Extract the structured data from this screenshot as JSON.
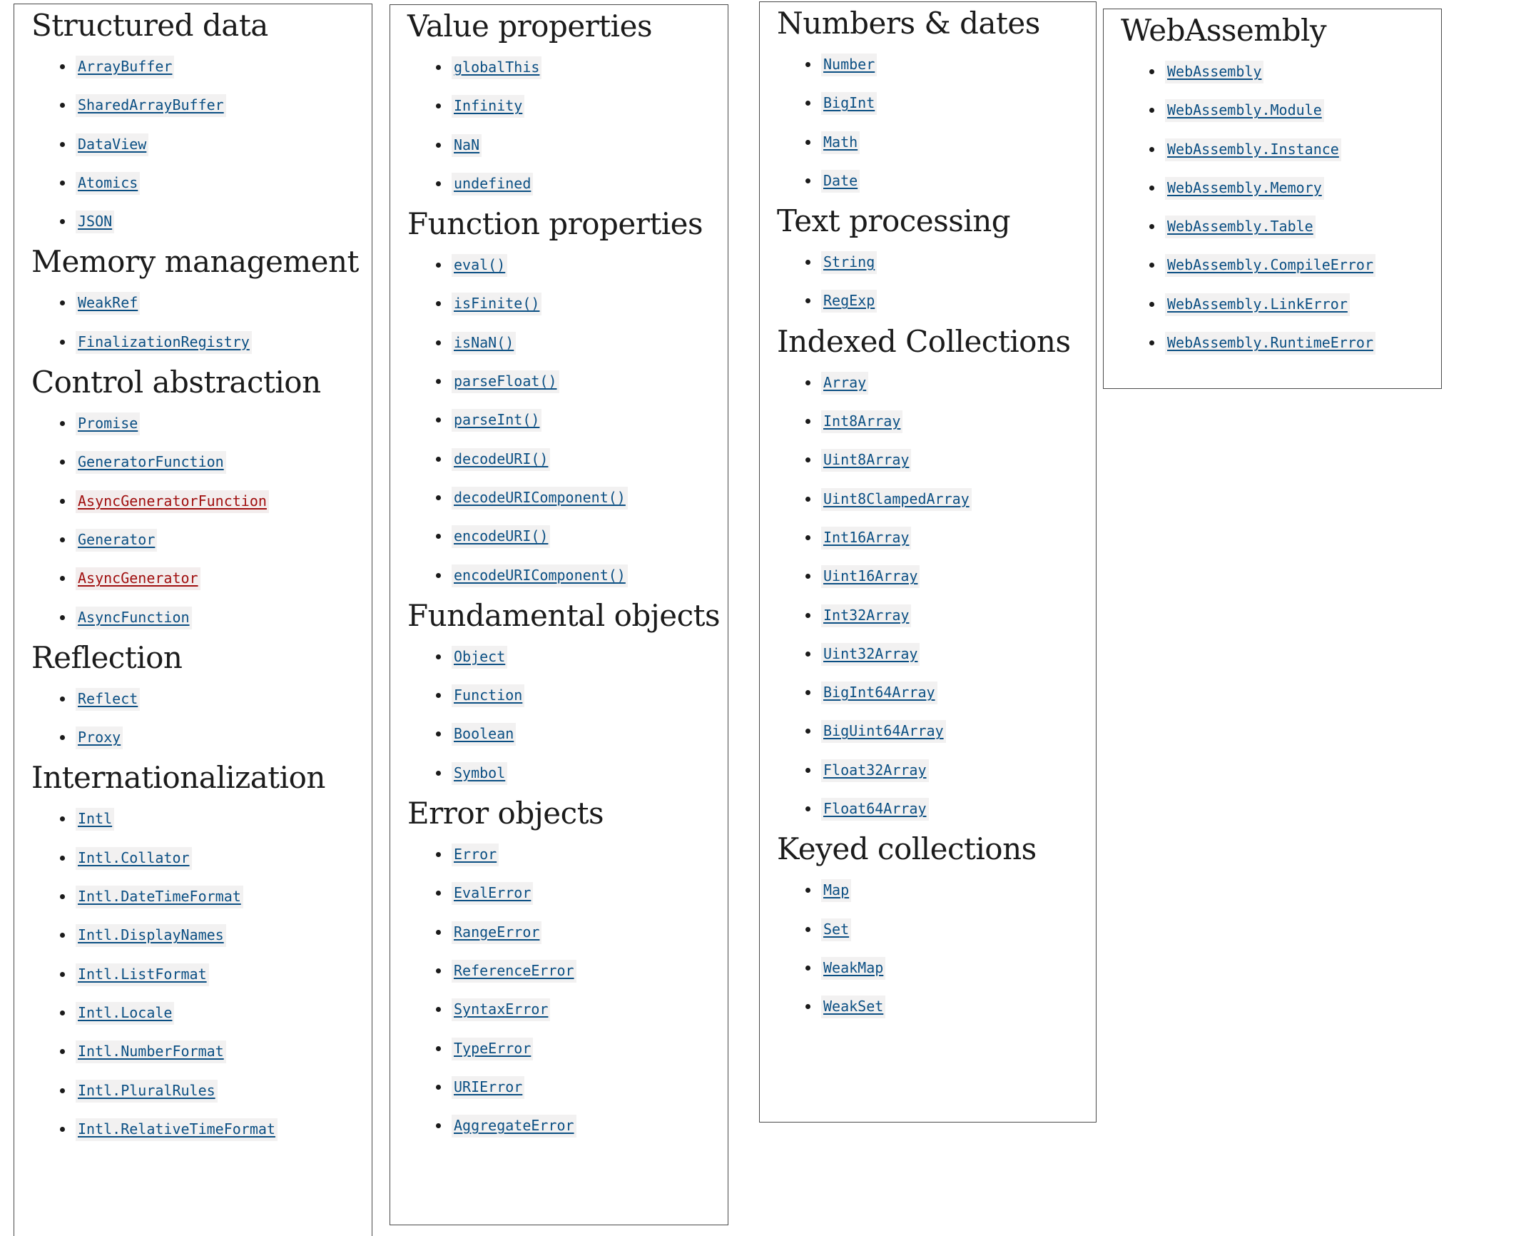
{
  "columns": [
    {
      "sections": [
        {
          "heading": "Structured data",
          "links": [
            {
              "label": "ArrayBuffer"
            },
            {
              "label": "SharedArrayBuffer"
            },
            {
              "label": "DataView"
            },
            {
              "label": "Atomics"
            },
            {
              "label": "JSON"
            }
          ]
        },
        {
          "heading": "Memory management",
          "links": [
            {
              "label": "WeakRef"
            },
            {
              "label": "FinalizationRegistry"
            }
          ]
        },
        {
          "heading": "Control abstraction",
          "links": [
            {
              "label": "Promise"
            },
            {
              "label": "GeneratorFunction"
            },
            {
              "label": "AsyncGeneratorFunction",
              "missing": true
            },
            {
              "label": "Generator"
            },
            {
              "label": "AsyncGenerator",
              "missing": true
            },
            {
              "label": "AsyncFunction"
            }
          ]
        },
        {
          "heading": "Reflection",
          "links": [
            {
              "label": "Reflect"
            },
            {
              "label": "Proxy"
            }
          ]
        },
        {
          "heading": "Internationalization",
          "links": [
            {
              "label": "Intl"
            },
            {
              "label": "Intl.Collator"
            },
            {
              "label": "Intl.DateTimeFormat"
            },
            {
              "label": "Intl.DisplayNames"
            },
            {
              "label": "Intl.ListFormat"
            },
            {
              "label": "Intl.Locale"
            },
            {
              "label": "Intl.NumberFormat"
            },
            {
              "label": "Intl.PluralRules"
            },
            {
              "label": "Intl.RelativeTimeFormat"
            }
          ]
        }
      ]
    },
    {
      "sections": [
        {
          "heading": "Value properties",
          "links": [
            {
              "label": "globalThis"
            },
            {
              "label": "Infinity"
            },
            {
              "label": "NaN"
            },
            {
              "label": "undefined"
            }
          ]
        },
        {
          "heading": "Function properties",
          "links": [
            {
              "label": "eval()"
            },
            {
              "label": "isFinite()"
            },
            {
              "label": "isNaN()"
            },
            {
              "label": "parseFloat()"
            },
            {
              "label": "parseInt()"
            },
            {
              "label": "decodeURI()"
            },
            {
              "label": "decodeURIComponent()"
            },
            {
              "label": "encodeURI()"
            },
            {
              "label": "encodeURIComponent()"
            }
          ]
        },
        {
          "heading": "Fundamental objects",
          "links": [
            {
              "label": "Object"
            },
            {
              "label": "Function"
            },
            {
              "label": "Boolean"
            },
            {
              "label": "Symbol"
            }
          ]
        },
        {
          "heading": "Error objects",
          "links": [
            {
              "label": "Error"
            },
            {
              "label": "EvalError"
            },
            {
              "label": "RangeError"
            },
            {
              "label": "ReferenceError"
            },
            {
              "label": "SyntaxError"
            },
            {
              "label": "TypeError"
            },
            {
              "label": "URIError"
            },
            {
              "label": "AggregateError"
            }
          ]
        }
      ]
    },
    {
      "sections": [
        {
          "heading": "Numbers & dates",
          "links": [
            {
              "label": "Number"
            },
            {
              "label": "BigInt"
            },
            {
              "label": "Math"
            },
            {
              "label": "Date"
            }
          ]
        },
        {
          "heading": "Text processing",
          "links": [
            {
              "label": "String"
            },
            {
              "label": "RegExp"
            }
          ]
        },
        {
          "heading": "Indexed Collections",
          "links": [
            {
              "label": "Array"
            },
            {
              "label": "Int8Array"
            },
            {
              "label": "Uint8Array"
            },
            {
              "label": "Uint8ClampedArray"
            },
            {
              "label": "Int16Array"
            },
            {
              "label": "Uint16Array"
            },
            {
              "label": "Int32Array"
            },
            {
              "label": "Uint32Array"
            },
            {
              "label": "BigInt64Array"
            },
            {
              "label": "BigUint64Array"
            },
            {
              "label": "Float32Array"
            },
            {
              "label": "Float64Array"
            }
          ]
        },
        {
          "heading": "Keyed collections",
          "links": [
            {
              "label": "Map"
            },
            {
              "label": "Set"
            },
            {
              "label": "WeakMap"
            },
            {
              "label": "WeakSet"
            }
          ]
        }
      ]
    },
    {
      "sections": [
        {
          "heading": "WebAssembly",
          "links": [
            {
              "label": "WebAssembly"
            },
            {
              "label": "WebAssembly.Module"
            },
            {
              "label": "WebAssembly.Instance"
            },
            {
              "label": "WebAssembly.Memory"
            },
            {
              "label": "WebAssembly.Table"
            },
            {
              "label": "WebAssembly.CompileError"
            },
            {
              "label": "WebAssembly.LinkError"
            },
            {
              "label": "WebAssembly.RuntimeError"
            }
          ]
        }
      ]
    }
  ],
  "colors": {
    "link": "#0b4f83",
    "link_missing": "#a00f0f",
    "heading": "#1b1b1b",
    "border": "#4a4a4a"
  }
}
